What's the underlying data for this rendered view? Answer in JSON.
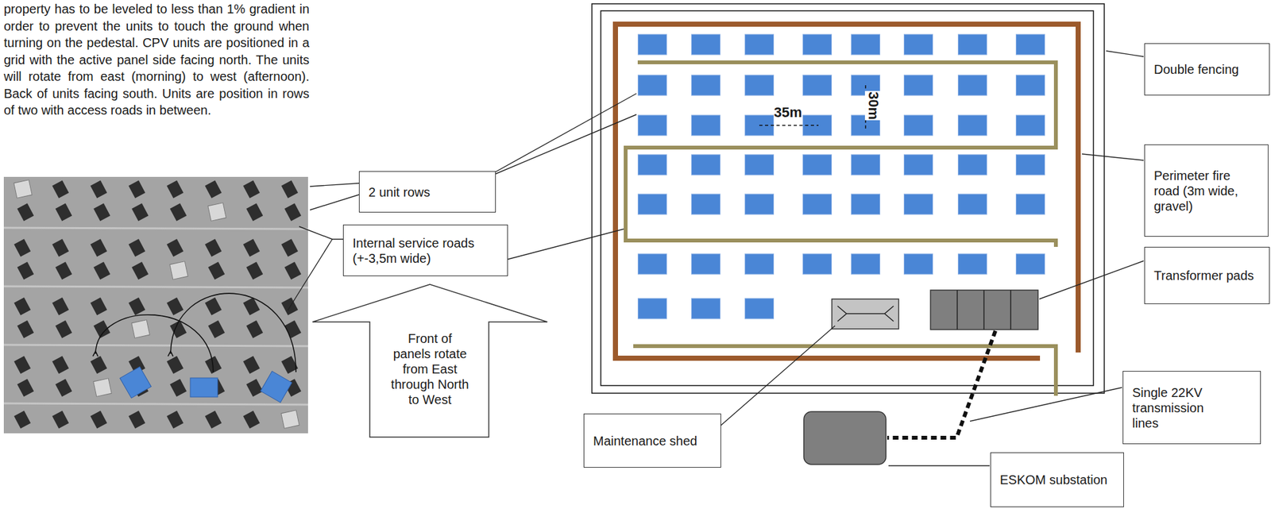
{
  "diagram": {
    "nodes": [
      {
        "text": [
          "Double fencing"
        ]
      },
      {
        "text": [
          "Perimeter fire road (3m wide, gravel)"
        ]
      },
      {
        "text": [
          "2 unit rows"
        ]
      },
      {
        "text": [
          "Internal service roads (+-3,5m wide)"
        ]
      },
      {
        "text": [
          "Transformer pads"
        ]
      },
      {
        "text": [
          "Front of panels rotate from East through North to West"
        ]
      },
      {
        "text": [
          "Single 22KV transmission lines"
        ]
      },
      {
        "text": [
          "Maintenance shed"
        ]
      },
      {
        "text": [
          "ESKOM substation"
        ]
      }
    ],
    "labels": [
      "property has to be leveled to less than 1% gradient in order to prevent the units to touch the ground when turning on the pedestal. CPV units are positioned in a grid with the active panel side facing north. The units will rotate from east (morning) to west (afternoon). Back of units facing south. Units are position in rows of two with access roads in between.",
      "35m",
      "30m"
    ]
  }
}
